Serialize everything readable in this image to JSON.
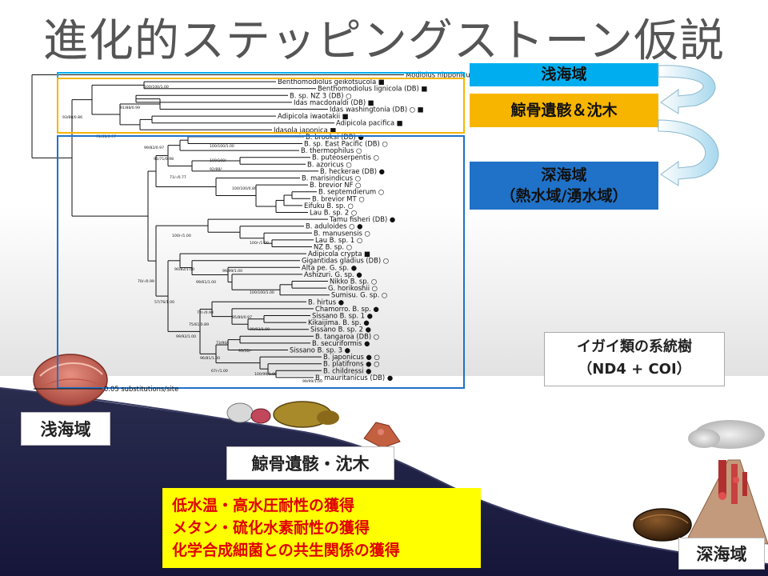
{
  "title": "進化的ステッピングストーン仮説",
  "tree": {
    "scale_label": "0.05 substitutions/site",
    "taxa": [
      "Modiolus nipponicus ▲",
      "Benthomodiolus geikotsucola ■",
      "Benthomodiolus lignicola (DB) ■",
      "B. sp. NZ 3 (DB) ○",
      "Idas macdonaldi (DB) ■",
      "Idas washingtonia (DB) ○ ■",
      "Adipicola iwaotakii ■",
      "Adipicola pacifica ■",
      "Idasola japonica ■",
      "B. brooksi (DB) ●",
      "B. sp. East Pacific (DB) ○",
      "B. thermophilus ○",
      "B. puteoserpentis ○",
      "B. azoricus ○",
      "B. heckerae (DB) ●",
      "B. marisindicus ○",
      "B. brevior NF ○",
      "B. septemdierum ○",
      "B. brevior MT ○",
      "Eifuku B. sp. ○",
      "Lau B. sp. 2 ○",
      "Tamu fisheri (DB) ●",
      "B. aduloides ○ ●",
      "B. manusensis ○",
      "Lau B. sp. 1 ○",
      "NZ B. sp. ○",
      "Adipicola crypta ■",
      "Gigantidas gladius (DB) ○",
      "Alta pe. G. sp. ●",
      "Ashizuri. G. sp. ●",
      "Nikko B. sp. ○",
      "G. horikoshii ○",
      "Sumisu. G. sp. ○",
      "B. hirtus ●",
      "Chamorro. B. sp. ●",
      "Sissano B. sp. 1 ●",
      "Kikaijima. B. sp. ●",
      "Sissano B. sp. 2 ●",
      "B. tangaroa (DB) ○",
      "B. securiformis ●",
      "Sissano B. sp. 3 ●",
      "B. japonicus ● ○",
      "B. platifrons ● ○",
      "B. childressi ●",
      "B. mauritanicus (DB) ●"
    ],
    "supports": [
      "100/100/1.00",
      "91/88/0.99",
      "93/88/0.86",
      "91/61/0.97",
      "99/82/0.97",
      "100/100/1.00",
      "91/71/0.98",
      "100/100/-",
      "92/88/-",
      "71/-/0.77",
      "100/100/0.89",
      "100/-/1.00",
      "100/-/1.00",
      "90/82/1.00",
      "99/99/1.00",
      "99/61/1.00",
      "100/100/1.00",
      "70/-/0.99",
      "57/76/1.00",
      "72/-/0.98",
      "95/80/0.97",
      "75/61/0.89",
      "99/92/1.00",
      "99/93/1.00",
      "73/90/-",
      "93/52/-",
      "96/81/1.00",
      "67/-/1.00",
      "100/99/1.00",
      "99/99/1.00"
    ]
  },
  "legend": {
    "shallow": "浅海域",
    "whalefall": "鯨骨遺骸＆沈木",
    "deep": "深海域",
    "deep_sub": "（熱水域/湧水域）",
    "colors": {
      "blue": "#00aeef",
      "gold": "#f7b500",
      "darkblue": "#1f72c8"
    }
  },
  "caption": {
    "line1": "イガイ類の系統樹",
    "line2": "（ND4 + COI）"
  },
  "scene_labels": {
    "shallow": "浅海域",
    "whalefall": "鯨骨遺骸・沈木",
    "deep": "深海域"
  },
  "acquisitions": [
    "低水温・高水圧耐性の獲得",
    "メタン・硫化水素耐性の獲得",
    "化学合成細菌との共生関係の獲得"
  ]
}
